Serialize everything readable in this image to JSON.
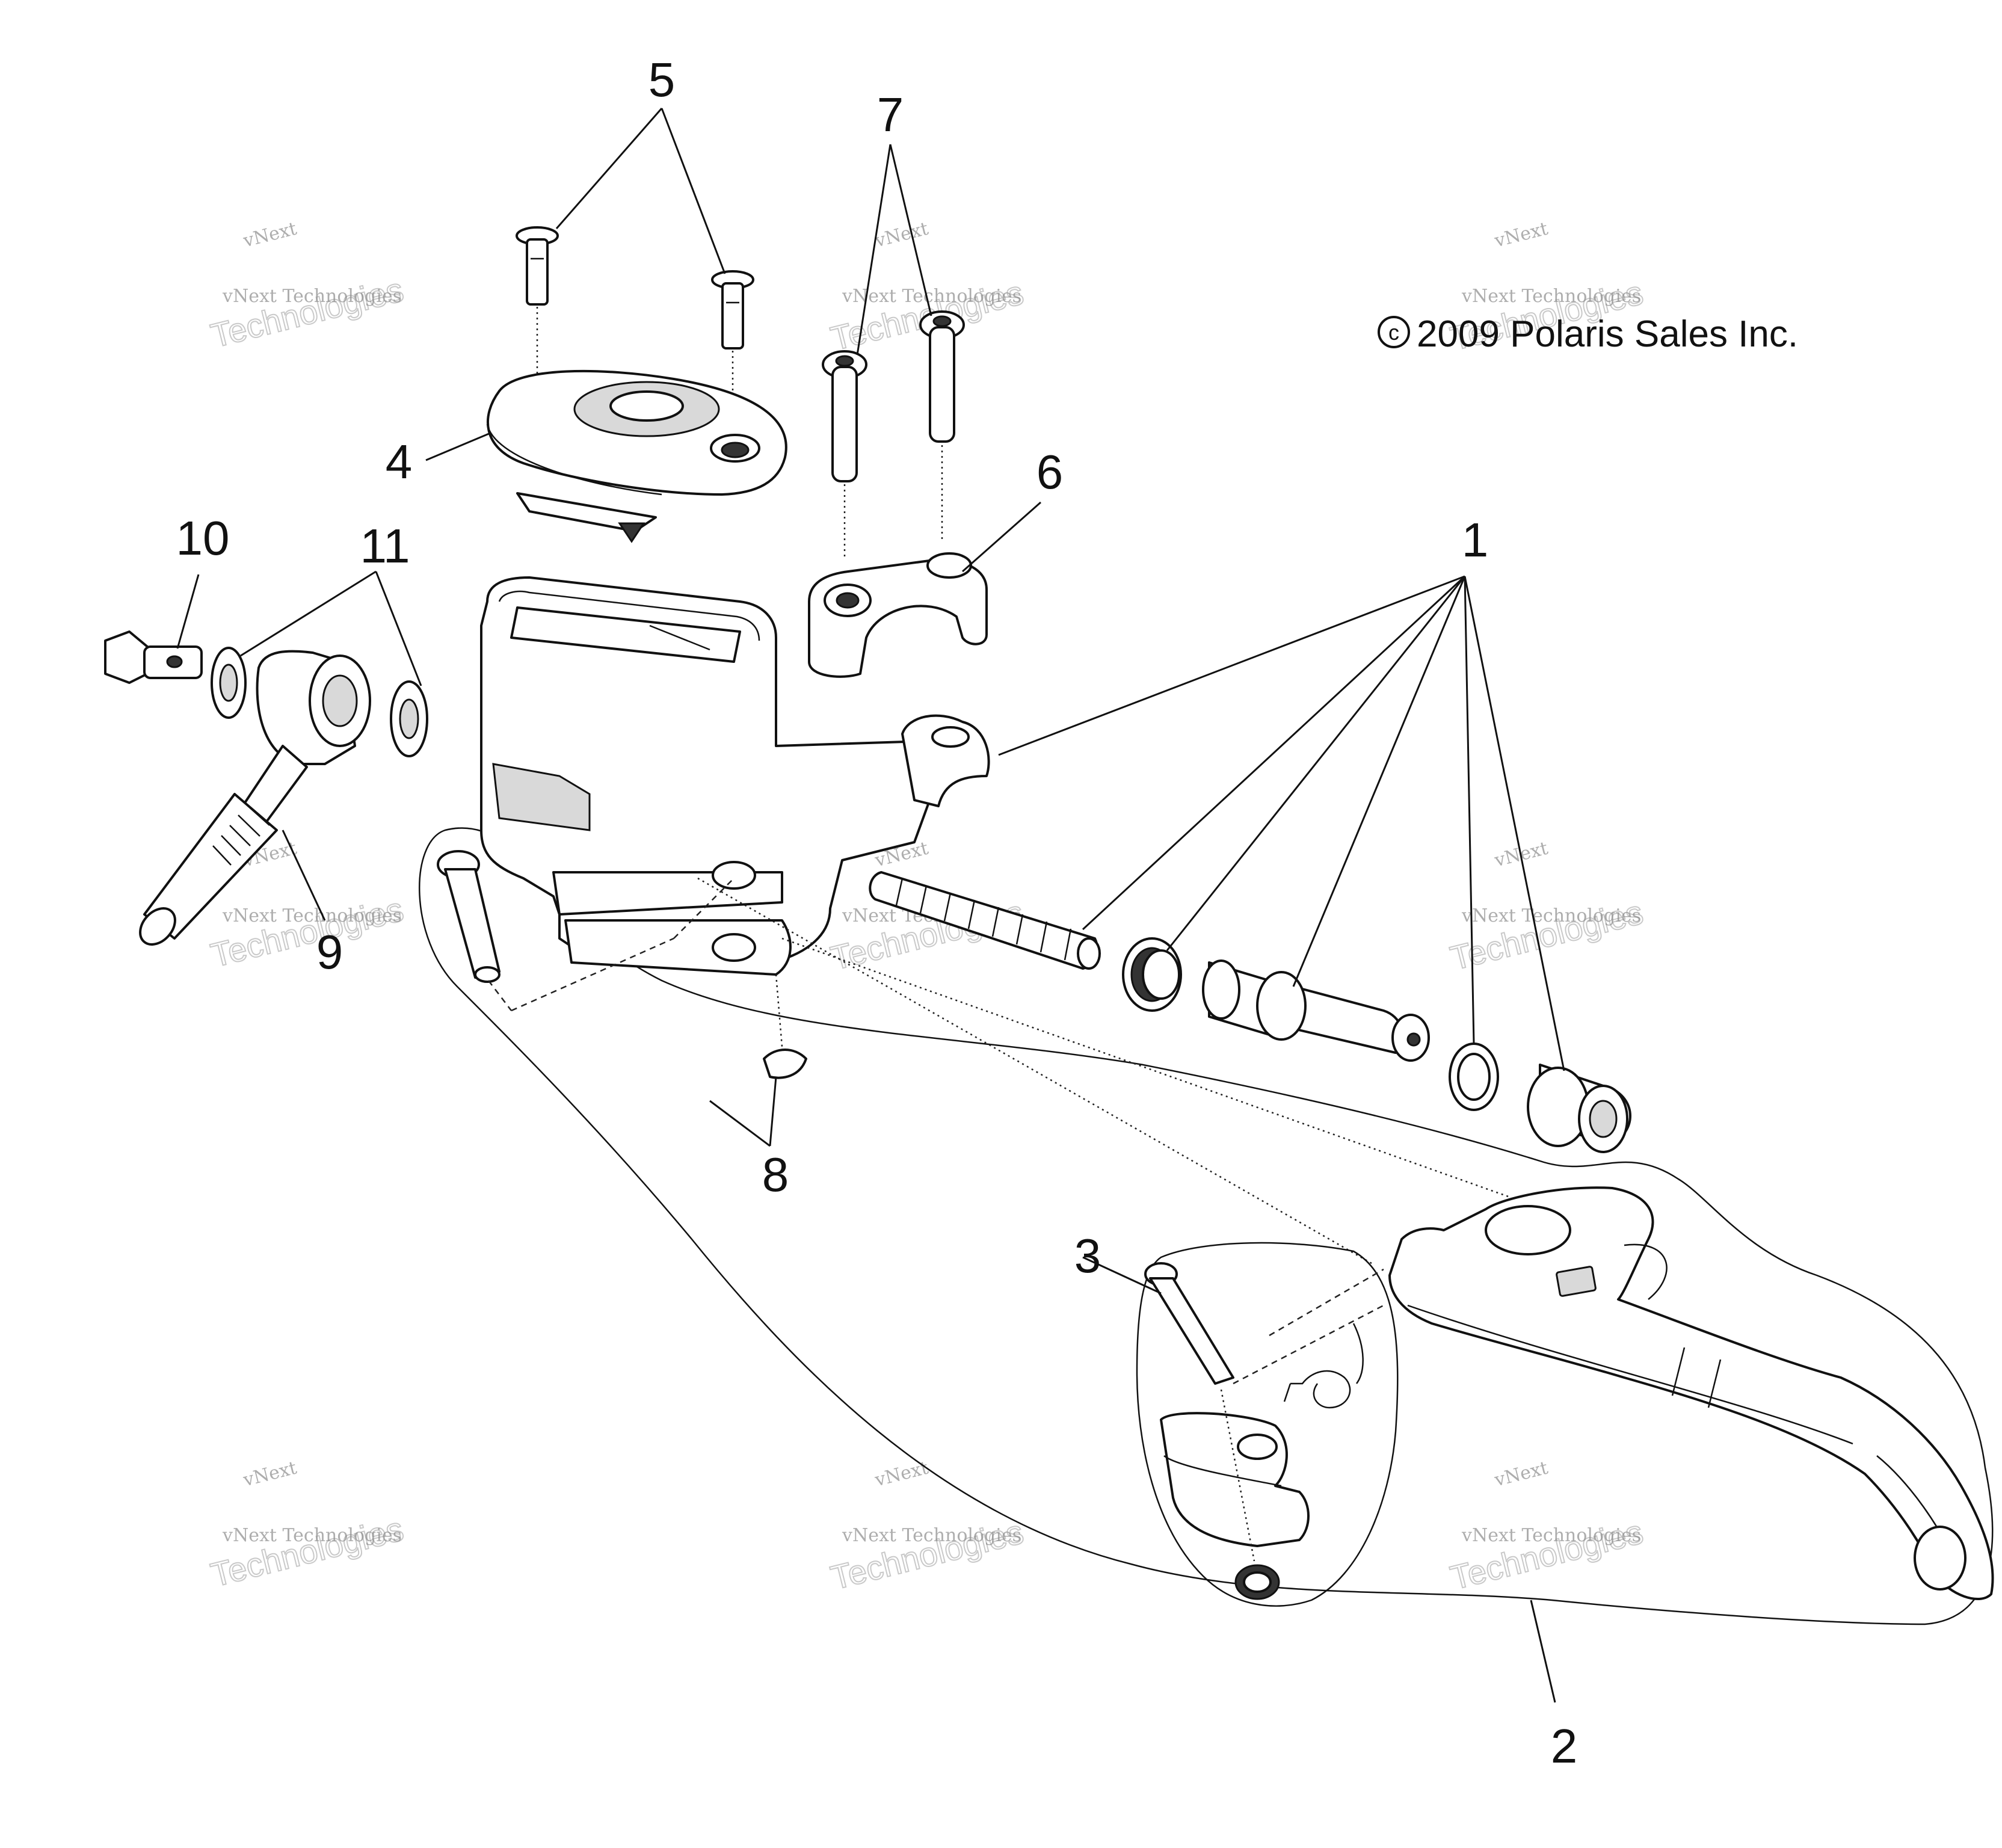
{
  "copyright": "2009 Polaris Sales Inc.",
  "copyright_symbol": "c",
  "callouts": {
    "c1": "1",
    "c2": "2",
    "c3": "3",
    "c4": "4",
    "c5": "5",
    "c6": "6",
    "c7": "7",
    "c8": "8",
    "c9": "9",
    "c10": "10",
    "c11": "11"
  },
  "watermark": {
    "line1": "vNext",
    "line2": "vNext Technologies",
    "line3": "Technologies"
  }
}
